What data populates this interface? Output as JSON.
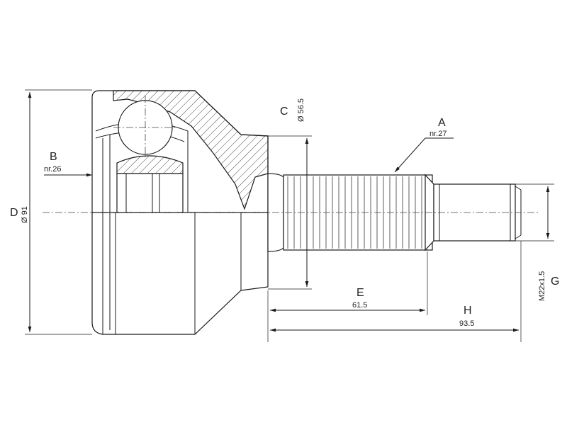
{
  "labels": {
    "A": {
      "letter": "A",
      "value": "nr.27"
    },
    "B": {
      "letter": "B",
      "value": "nr.26"
    },
    "C": {
      "letter": "C",
      "value": "Ø 56.5"
    },
    "D": {
      "letter": "D",
      "value": "Ø 91"
    },
    "E": {
      "letter": "E",
      "value": "61.5"
    },
    "H": {
      "letter": "H",
      "value": "93.5"
    },
    "G": {
      "letter": "G",
      "value": "M22x1.5"
    }
  }
}
